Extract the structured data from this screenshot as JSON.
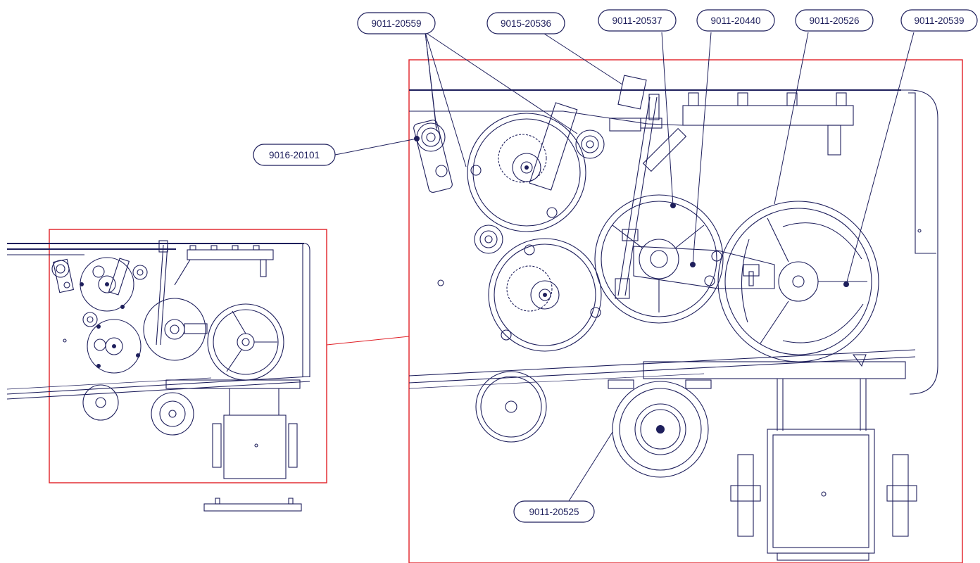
{
  "diagram": {
    "ink_color": "#1e1f5c",
    "frame_color": "#e01f26",
    "callouts": [
      {
        "id": "c1",
        "label": "9011-20559"
      },
      {
        "id": "c2",
        "label": "9015-20536"
      },
      {
        "id": "c3",
        "label": "9011-20537"
      },
      {
        "id": "c4",
        "label": "9011-20440"
      },
      {
        "id": "c5",
        "label": "9011-20526"
      },
      {
        "id": "c6",
        "label": "9011-20539"
      },
      {
        "id": "c7",
        "label": "9016-20101"
      },
      {
        "id": "c8",
        "label": "9011-20525"
      }
    ]
  }
}
